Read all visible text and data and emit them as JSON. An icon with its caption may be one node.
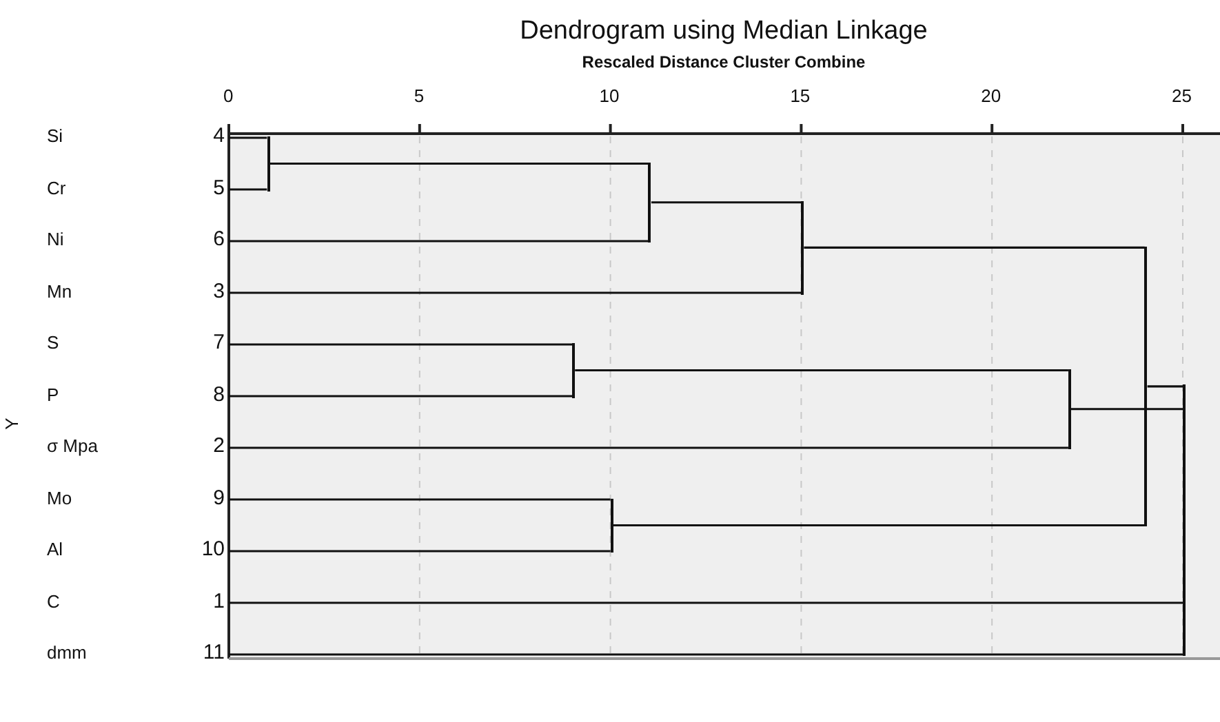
{
  "diagram": {
    "title": "Dendrogram using Median Linkage",
    "nodes": [
      {
        "text": [
          "Si",
          "4"
        ]
      },
      {
        "text": [
          "Cr",
          "5"
        ]
      },
      {
        "text": [
          "Ni",
          "6"
        ]
      },
      {
        "text": [
          "Mn",
          "3"
        ]
      },
      {
        "text": [
          "S",
          "7"
        ]
      },
      {
        "text": [
          "P",
          "8"
        ]
      },
      {
        "text": [
          "σ Mpa",
          "2"
        ]
      },
      {
        "text": [
          "Mo",
          "9"
        ]
      },
      {
        "text": [
          "Al",
          "10"
        ]
      },
      {
        "text": [
          "C",
          "1"
        ]
      },
      {
        "text": [
          "dmm",
          "11"
        ]
      },
      {
        "text": [],
        "shape": "bar"
      },
      {
        "text": [],
        "shape": "bar"
      },
      {
        "text": [],
        "shape": "bar"
      },
      {
        "text": [],
        "shape": "bar"
      },
      {
        "text": [],
        "shape": "bar"
      },
      {
        "text": [],
        "shape": "bar"
      },
      {
        "text": [],
        "shape": "bar"
      },
      {
        "text": [],
        "shape": "bar"
      }
    ],
    "edges": [
      {
        "from": 0,
        "to": 11,
        "arrow": "none"
      },
      {
        "from": 1,
        "to": 11,
        "arrow": "none"
      },
      {
        "from": 11,
        "to": 12,
        "arrow": "none"
      },
      {
        "from": 2,
        "to": 12,
        "arrow": "none"
      },
      {
        "from": 12,
        "to": 13,
        "arrow": "none"
      },
      {
        "from": 3,
        "to": 13,
        "arrow": "none"
      },
      {
        "from": 4,
        "to": 14,
        "arrow": "none"
      },
      {
        "from": 5,
        "to": 14,
        "arrow": "none"
      },
      {
        "from": 14,
        "to": 15,
        "arrow": "none"
      },
      {
        "from": 6,
        "to": 15,
        "arrow": "none"
      },
      {
        "from": 7,
        "to": 16,
        "arrow": "none"
      },
      {
        "from": 8,
        "to": 16,
        "arrow": "none"
      },
      {
        "from": 13,
        "to": 17,
        "arrow": "none"
      },
      {
        "from": 16,
        "to": 17,
        "arrow": "none"
      },
      {
        "from": 15,
        "to": 18,
        "arrow": "none"
      },
      {
        "from": 17,
        "to": 18,
        "arrow": "none"
      },
      {
        "from": 9,
        "to": 18,
        "arrow": "none"
      },
      {
        "from": 10,
        "to": 18,
        "arrow": "none"
      }
    ],
    "labels": [
      "Rescaled Distance Cluster Combine",
      "0",
      "5",
      "10",
      "15",
      "20",
      "25",
      "Y"
    ]
  }
}
